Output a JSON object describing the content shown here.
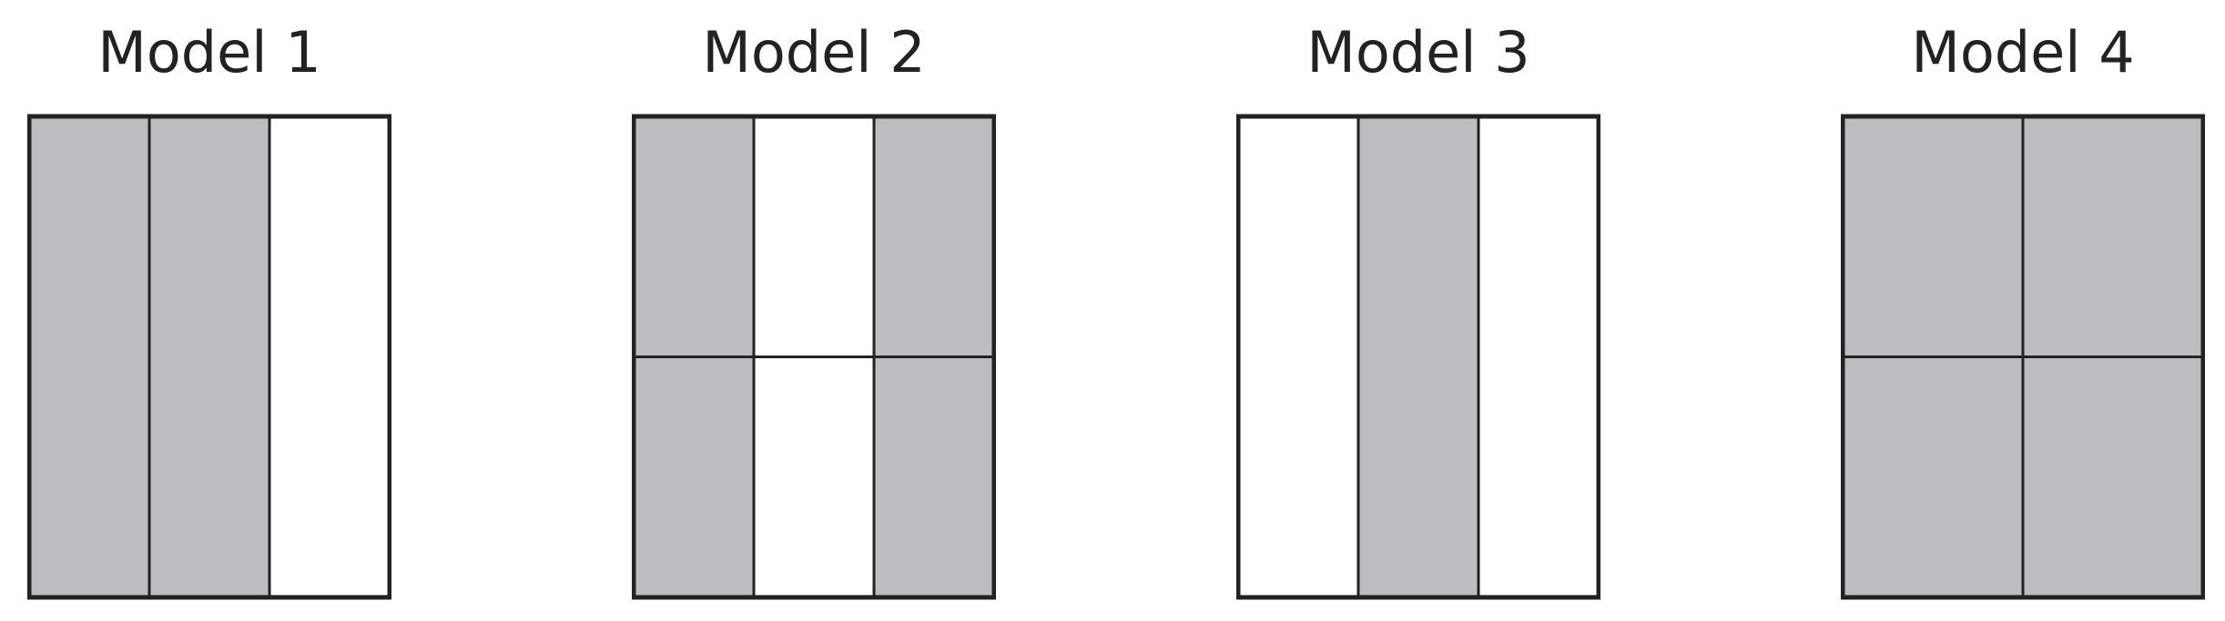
{
  "colors": {
    "shaded": "#bcbdbf",
    "unshaded": "#ffffff",
    "stroke": "#222222"
  },
  "models": [
    {
      "title": "Model 1",
      "columns": 3,
      "rows": 1,
      "cells": [
        [
          "shaded",
          "shaded",
          "unshaded"
        ]
      ]
    },
    {
      "title": "Model 2",
      "columns": 3,
      "rows": 2,
      "cells": [
        [
          "shaded",
          "unshaded",
          "shaded"
        ],
        [
          "shaded",
          "unshaded",
          "shaded"
        ]
      ]
    },
    {
      "title": "Model 3",
      "columns": 3,
      "rows": 1,
      "cells": [
        [
          "unshaded",
          "shaded",
          "unshaded"
        ]
      ]
    },
    {
      "title": "Model 4",
      "columns": 2,
      "rows": 2,
      "cells": [
        [
          "shaded",
          "shaded"
        ],
        [
          "shaded",
          "shaded"
        ]
      ]
    }
  ]
}
